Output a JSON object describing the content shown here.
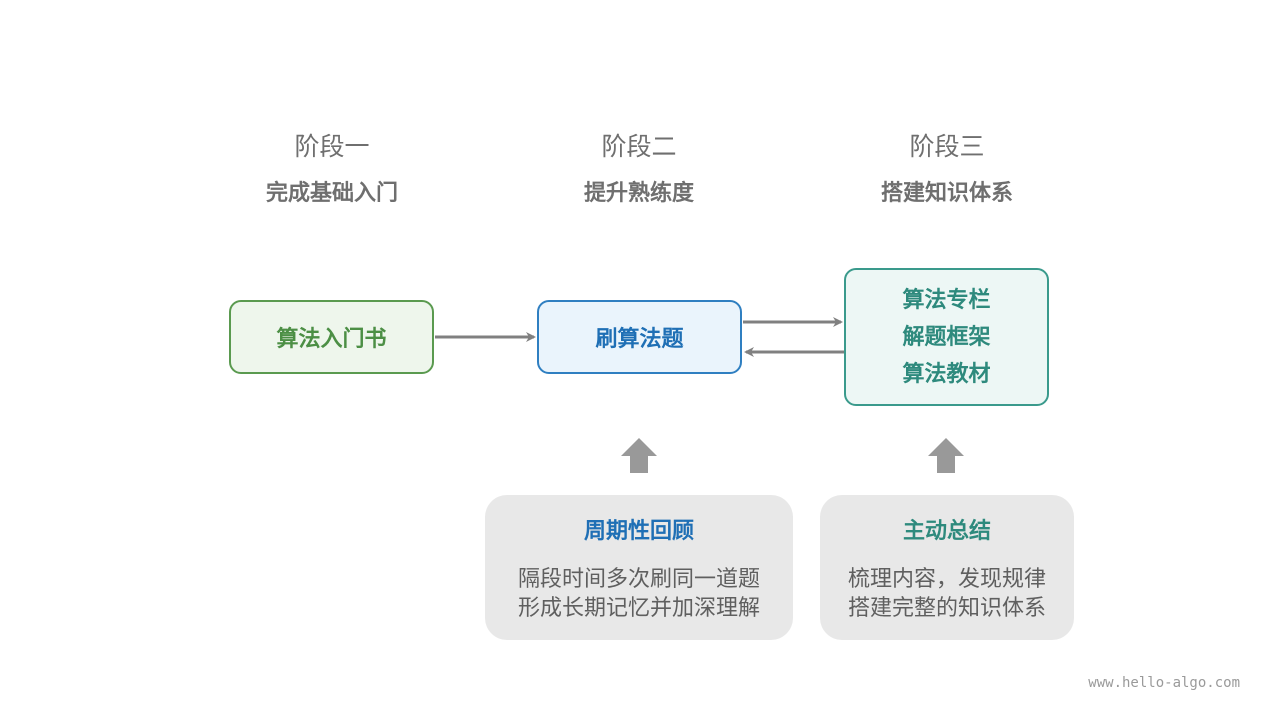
{
  "stages": [
    {
      "title": "阶段一",
      "subtitle": "完成基础入门"
    },
    {
      "title": "阶段二",
      "subtitle": "提升熟练度"
    },
    {
      "title": "阶段三",
      "subtitle": "搭建知识体系"
    }
  ],
  "boxes": {
    "green": "算法入门书",
    "blue": "刷算法题",
    "teal": [
      "算法专栏",
      "解题框架",
      "算法教材"
    ]
  },
  "cards": {
    "review": {
      "title": "周期性回顾",
      "lines": [
        "隔段时间多次刷同一道题",
        "形成长期记忆并加深理解"
      ]
    },
    "summary": {
      "title": "主动总结",
      "lines": [
        "梳理内容，发现规律",
        "搭建完整的知识体系"
      ]
    }
  },
  "watermark": "www.hello-algo.com",
  "colors": {
    "green": "#5a9a4f",
    "blue": "#2f7fc1",
    "teal": "#3a9a8c",
    "arrow": "#808080",
    "card_bg": "#e8e8e8"
  }
}
